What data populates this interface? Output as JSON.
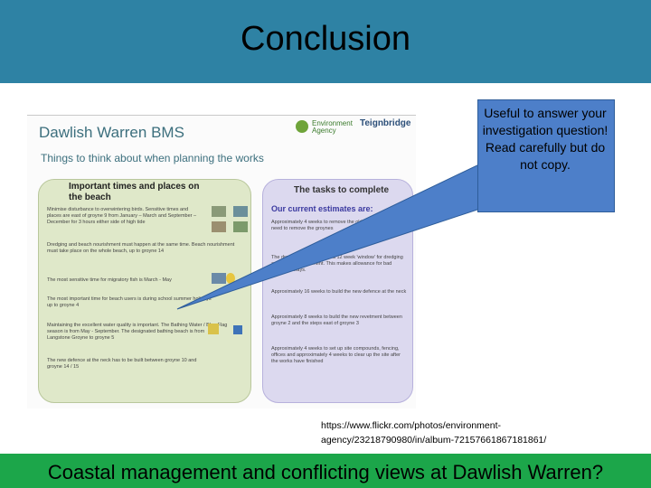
{
  "slide": {
    "title": "Conclusion",
    "footer": "Coastal management and conflicting views at Dawlish Warren?",
    "callout": "Useful to answer your investigation question! Read carefully but do not copy.",
    "credit": "https://www.flickr.com/photos/environment-agency/23218790980/in/album-72157661867181861/"
  },
  "document": {
    "title": "Dawlish Warren BMS",
    "subtitle": "Things to think about when planning the works",
    "environment_agency": "Environment Agency",
    "teignbridge": "Teignbridge",
    "left_heading": "Important times and places on the beach",
    "right_heading": "The tasks to complete",
    "estimates_heading": "Our current estimates are:",
    "left_notes": [
      "Minimise disturbance to overwintering birds. Sensitive times and places are east of groyne 9 from January – March and September – December for 3 hours either side of high tide",
      "Dredging and beach nourishment must happen at the same time. Beach nourishment must take place on the whole beach, up to groyne 14",
      "The most sensitive time for migratory fish is March - May",
      "The most important time for beach users is during school summer holidays up to groyne 4",
      "Maintaining the excellent water quality is important. The Bathing Water / Blue Flag season is from May - September. The designated bathing beach is from Langstone Groyne to groyne 5",
      "The new defence at the neck has to be built between groyne 10 and groyne 14 / 15"
    ],
    "right_notes": [
      "Approximately 4 weeks to remove the old timber groyne. We need to remove the groynes",
      "The dredge will need about a 12 week 'window' for dredging and beach nourishment. This makes allowance for bad weather delays.",
      "Approximately 16 weeks to build the new defence at the neck",
      "Approximately 8 weeks to build the new revetment between groyne 2 and the steps east of groyne 3",
      "Approximately 4 weeks to set up site compounds, fencing, offices and approximately 4 weeks to clear up the site after the works have finished"
    ]
  },
  "colors": {
    "header": "#2e82a4",
    "footer": "#1ca64a",
    "callout": "#4d7fc9"
  }
}
